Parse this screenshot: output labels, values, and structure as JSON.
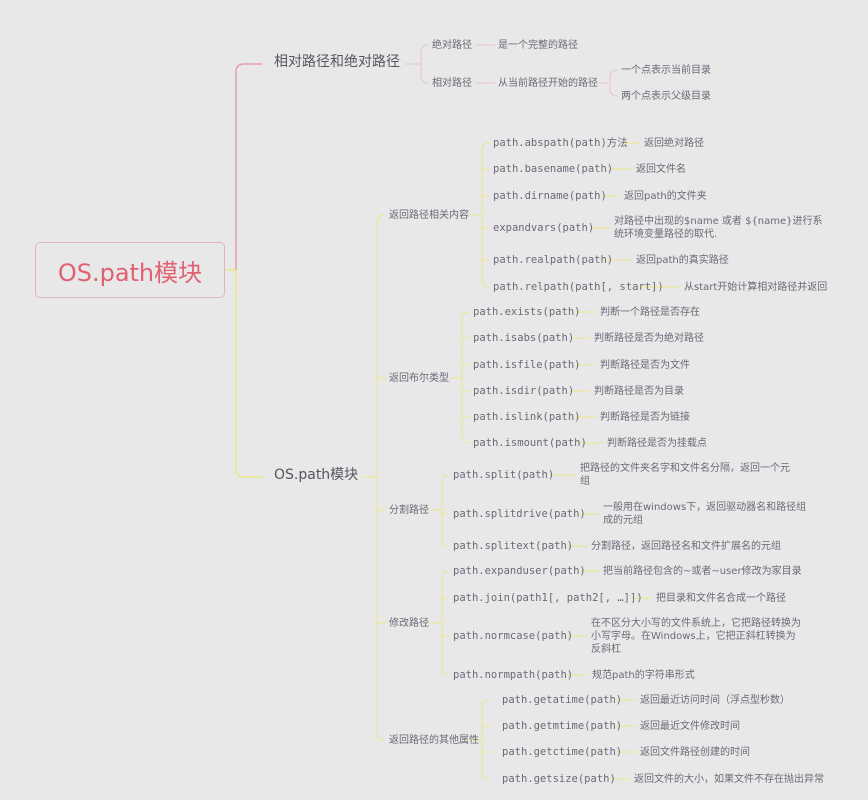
{
  "root": {
    "label": "OS.path模块"
  },
  "colors": {
    "root_text": "#e06272",
    "root_border": "#e2b5bd",
    "pink_branch": "#e4a0a8",
    "yellow_branch": "#ece68a",
    "background": "#e8e8e8"
  },
  "branch1": {
    "label": "相对路径和绝对路径",
    "absolute": {
      "label": "绝对路径",
      "desc": "是一个完整的路径"
    },
    "relative": {
      "label": "相对路径",
      "desc": "从当前路径开始的路径",
      "children": [
        "一个点表示当前目录",
        "两个点表示父级目录"
      ]
    }
  },
  "branch2": {
    "label": "OS.path模块",
    "groups": [
      {
        "label": "返回路径相关内容",
        "items": [
          {
            "fn": "path.abspath(path)方法",
            "desc": "返回绝对路径"
          },
          {
            "fn": "path.basename(path)",
            "desc": "返回文件名"
          },
          {
            "fn": "path.dirname(path)",
            "desc": "返回path的文件夹"
          },
          {
            "fn": "expandvars(path)",
            "desc": "对路径中出现的$name 或者 ${name}进行系统环境变量路径的取代."
          },
          {
            "fn": "path.realpath(path)",
            "desc": "返回path的真实路径"
          },
          {
            "fn": "path.relpath(path[, start])",
            "desc": "从start开始计算相对路径并返回"
          }
        ]
      },
      {
        "label": "返回布尔类型",
        "items": [
          {
            "fn": "path.exists(path)",
            "desc": "判断一个路径是否存在"
          },
          {
            "fn": "path.isabs(path)",
            "desc": "判断路径是否为绝对路径"
          },
          {
            "fn": "path.isfile(path)",
            "desc": "判断路径是否为文件"
          },
          {
            "fn": "path.isdir(path)",
            "desc": "判断路径是否为目录"
          },
          {
            "fn": "path.islink(path)",
            "desc": "判断路径是否为链接"
          },
          {
            "fn": "path.ismount(path)",
            "desc": "判断路径是否为挂载点"
          }
        ]
      },
      {
        "label": "分割路径",
        "items": [
          {
            "fn": "path.split(path)",
            "desc": "把路径的文件夹名字和文件名分隔，返回一个元组"
          },
          {
            "fn": "path.splitdrive(path)",
            "desc": "一般用在windows下，返回驱动器名和路径组成的元组"
          },
          {
            "fn": "path.splitext(path)",
            "desc": "分割路径，返回路径名和文件扩展名的元组"
          }
        ]
      },
      {
        "label": "修改路径",
        "items": [
          {
            "fn": "path.expanduser(path)",
            "desc": "把当前路径包含的~或者~user修改为家目录"
          },
          {
            "fn": "path.join(path1[, path2[, …]])",
            "desc": "把目录和文件名合成一个路径"
          },
          {
            "fn": "path.normcase(path)",
            "desc": "在不区分大小写的文件系统上，它把路径转换为小写字母。在Windows上，它把正斜杠转换为反斜杠"
          },
          {
            "fn": "path.normpath(path)",
            "desc": "规范path的字符串形式"
          }
        ]
      },
      {
        "label": "返回路径的其他属性",
        "items": [
          {
            "fn": "path.getatime(path)",
            "desc": "返回最近访问时间（浮点型秒数）"
          },
          {
            "fn": "path.getmtime(path)",
            "desc": "返回最近文件修改时间"
          },
          {
            "fn": "path.getctime(path)",
            "desc": "返回文件路径创建的时间"
          },
          {
            "fn": "path.getsize(path)",
            "desc": "返回文件的大小，如果文件不存在抛出异常"
          }
        ]
      }
    ]
  }
}
